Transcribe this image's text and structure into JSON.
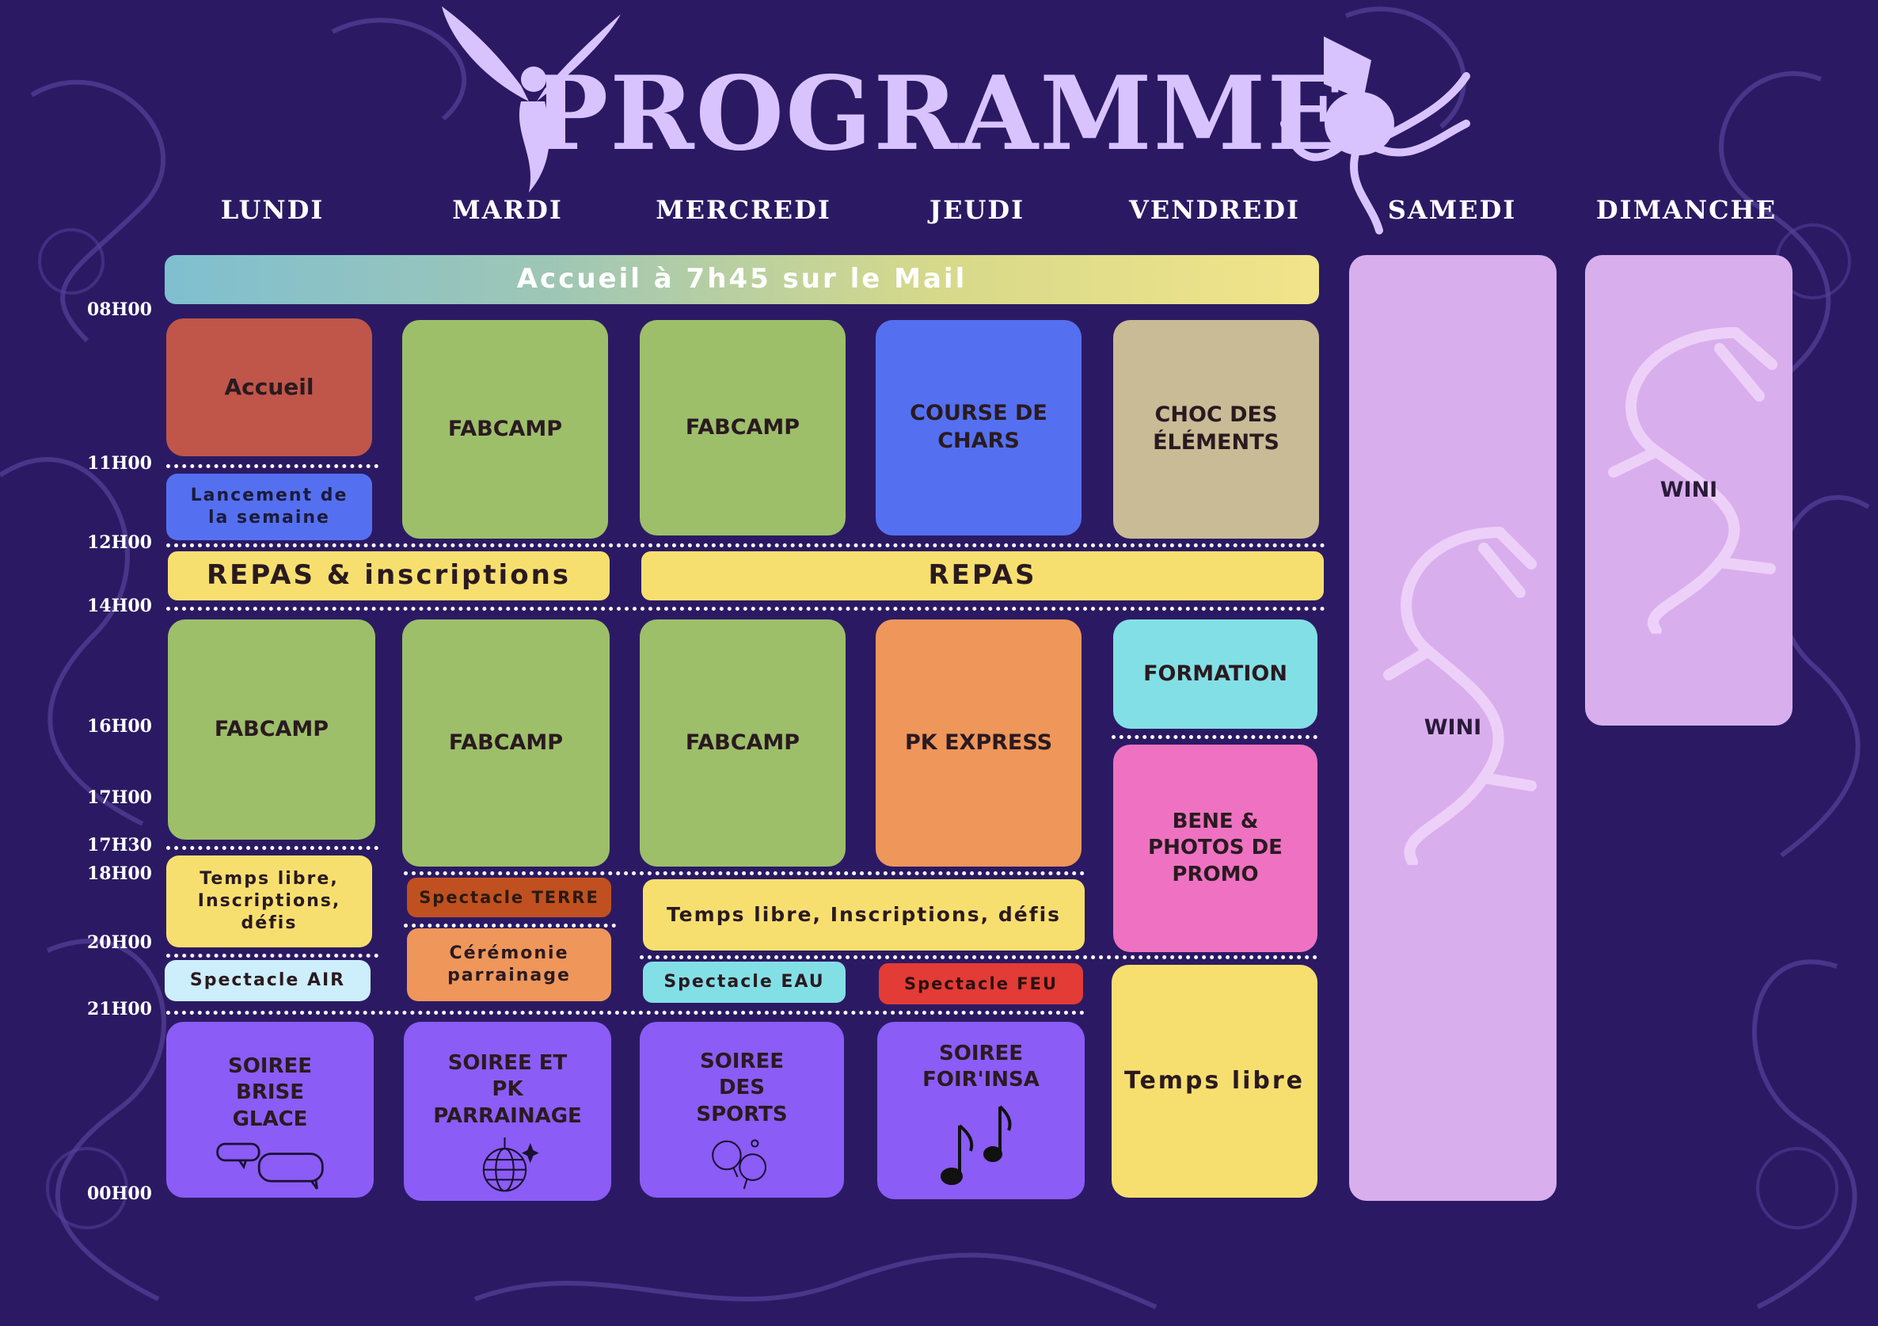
{
  "title": "PROGRAMME",
  "days": [
    "LUNDI",
    "MARDI",
    "MERCREDI",
    "JEUDI",
    "VENDREDI",
    "SAMEDI",
    "DIMANCHE"
  ],
  "hours": [
    "08H00",
    "11H00",
    "12H00",
    "14H00",
    "16H00",
    "17H00",
    "17H30",
    "18H00",
    "20H00",
    "21H00",
    "00H00"
  ],
  "events": {
    "welcome_banner": "Accueil à 7h45 sur le Mail",
    "lundi_accueil": "Accueil",
    "lundi_lancement": "Lancement de la semaine",
    "mardi_fabcamp_am": "FABCAMP",
    "mercredi_fabcamp_am": "FABCAMP",
    "jeudi_course": "COURSE DE CHARS",
    "vendredi_choc": "CHOC DES ÉLÉMENTS",
    "repas_inscriptions": "REPAS & inscriptions",
    "repas": "REPAS",
    "lundi_fabcamp_pm": "FABCAMP",
    "mardi_fabcamp_pm": "FABCAMP",
    "mercredi_fabcamp_pm": "FABCAMP",
    "jeudi_pk_express": "PK EXPRESS",
    "vendredi_formation": "FORMATION",
    "vendredi_bene": "BENE & PHOTOS DE PROMO",
    "lundi_temps_libre": "Temps libre, Inscriptions, défis",
    "mardi_spectacle_terre": "Spectacle TERRE",
    "mardi_ceremonie": "Cérémonie parrainage",
    "mer_jeu_temps_libre": "Temps libre, Inscriptions, défis",
    "lundi_spectacle_air": "Spectacle AIR",
    "mercredi_spectacle_eau": "Spectacle EAU",
    "jeudi_spectacle_feu": "Spectacle FEU",
    "vendredi_temps_libre": "Temps libre",
    "lundi_soiree": "SOIREE BRISE GLACE",
    "mardi_soiree": "SOIREE ET PK PARRAINAGE",
    "mercredi_soiree": "SOIREE DES SPORTS",
    "jeudi_soiree": "SOIREE FOIR'INSA",
    "samedi_wini": "WINI",
    "dimanche_wini": "WINI"
  },
  "colors": {
    "background": "#2b1a63",
    "title": "#d9c3ff",
    "fabcamp": "#9dbf6a",
    "accueil": "#c0554a",
    "lancement": "#5470f0",
    "course": "#5470f0",
    "choc": "#c8bb95",
    "repas": "#f7df6f",
    "pk_express": "#ef965a",
    "formation": "#83dfe6",
    "bene": "#ee72c1",
    "temps_libre": "#f7df6f",
    "spectacle_terre": "#c0501f",
    "ceremonie": "#ef965a",
    "spectacle_air": "#cdeefb",
    "spectacle_eau": "#83dfe6",
    "spectacle_feu": "#e33b36",
    "soiree": "#8b5cf6",
    "wini": "#d9aeed"
  },
  "icons": [
    "phoenix-icon",
    "squid-icon",
    "dragon-icon",
    "speech-bubbles-icon",
    "disco-ball-icon",
    "ping-pong-icon",
    "music-notes-icon"
  ]
}
